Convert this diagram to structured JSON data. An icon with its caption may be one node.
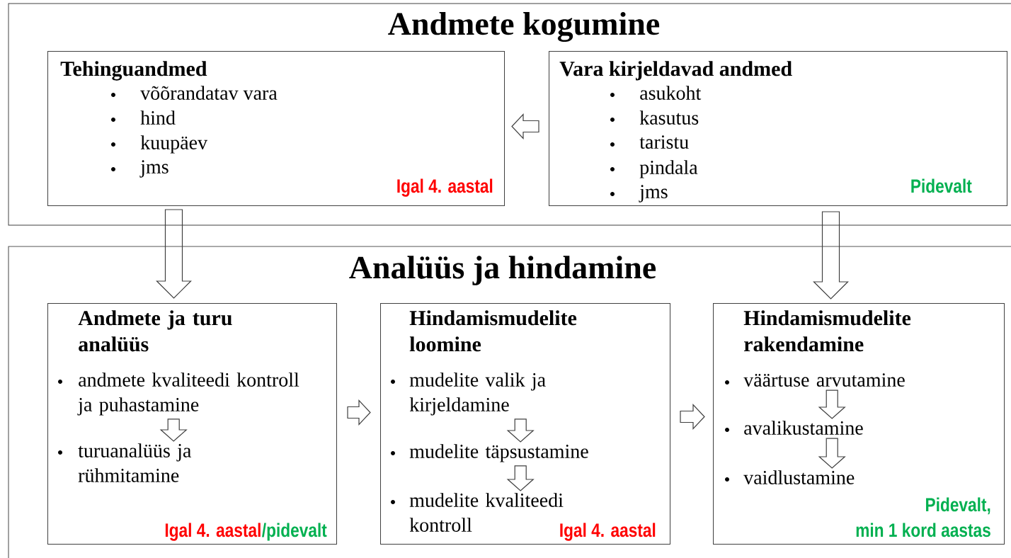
{
  "diagram": {
    "nodes": [
      {
        "text": [
          "Andmete kogumine"
        ]
      },
      {
        "text": [
          "Tehinguandmed",
          "võõrandatav vara",
          "hind",
          "kuupäev",
          "jms",
          "Igal 4. aastal"
        ],
        "in": 0
      },
      {
        "text": [
          "Vara kirjeldavad andmed",
          "asukoht",
          "kasutus",
          "taristu",
          "pindala",
          "jms",
          "Pidevalt"
        ],
        "in": 0
      },
      {
        "text": [
          "Analüüs ja hindamine"
        ]
      },
      {
        "text": [
          "Andmete ja turu analüüs",
          "Igal 4. aastal",
          "/pidevalt"
        ],
        "in": 3
      },
      {
        "text": [
          "andmete kvaliteedi kontroll ja puhastamine"
        ],
        "in": 4
      },
      {
        "text": [
          "turuanalüüs ja rühmitamine"
        ],
        "in": 4
      },
      {
        "text": [
          "Hindamismudelite loomine",
          "Igal 4. aastal"
        ],
        "in": 3
      },
      {
        "text": [
          "mudelite valik ja kirjeldamine"
        ],
        "in": 7
      },
      {
        "text": [
          "mudelite täpsustamine"
        ],
        "in": 7
      },
      {
        "text": [
          "mudelite kvaliteedi kontroll"
        ],
        "in": 7
      },
      {
        "text": [
          "Hindamismudelite rakendamine",
          "Pidevalt,",
          "min 1 kord aastas"
        ],
        "in": 3
      },
      {
        "text": [
          "väärtuse arvutamine"
        ],
        "in": 11
      },
      {
        "text": [
          "avalikustamine"
        ],
        "in": 11
      },
      {
        "text": [
          "vaidlustamine"
        ],
        "in": 11
      }
    ],
    "edges": [
      {
        "from": 2,
        "to": 1,
        "arrow": "to"
      },
      {
        "from": 1,
        "to": 4,
        "arrow": "to"
      },
      {
        "from": 2,
        "to": 11,
        "arrow": "to"
      },
      {
        "from": 4,
        "to": 7,
        "arrow": "to"
      },
      {
        "from": 7,
        "to": 11,
        "arrow": "to"
      },
      {
        "from": 5,
        "to": 6,
        "arrow": "to"
      },
      {
        "from": 8,
        "to": 9,
        "arrow": "to"
      },
      {
        "from": 9,
        "to": 10,
        "arrow": "to"
      },
      {
        "from": 12,
        "to": 13,
        "arrow": "to"
      },
      {
        "from": 13,
        "to": 14,
        "arrow": "to"
      }
    ]
  }
}
